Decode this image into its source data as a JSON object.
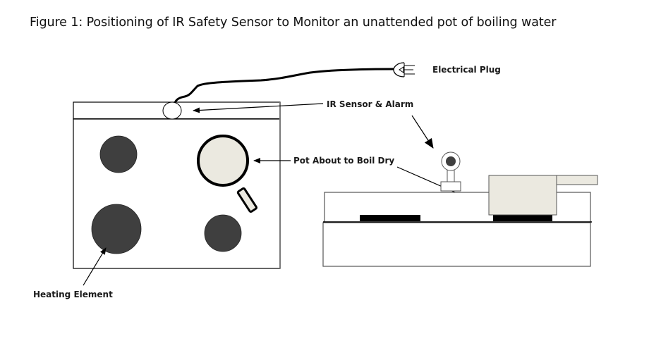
{
  "figure": {
    "title": "Figure 1:  Positioning of IR Safety Sensor to Monitor an unattended pot of boiling water"
  },
  "labels": {
    "electrical_plug": "Electrical Plug",
    "ir_sensor_alarm": "IR Sensor & Alarm",
    "pot_boil_dry": "Pot About to Boil Dry",
    "heating_element": "Heating Element"
  },
  "colors": {
    "heating_element": "#3f3f3f",
    "pot_fill": "#ebe9e0",
    "outline": "#000000",
    "stove_outline": "#7a7a7a"
  }
}
